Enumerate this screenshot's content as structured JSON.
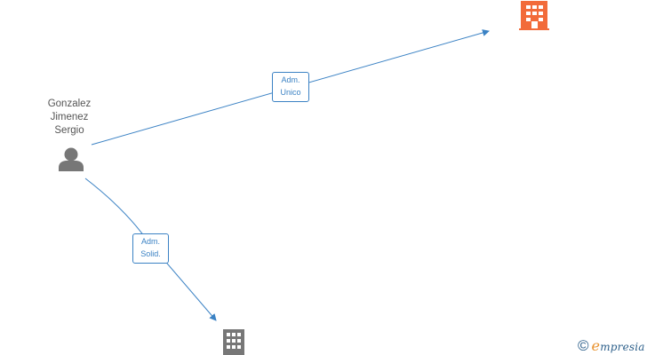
{
  "person": {
    "name_lines": [
      "Gonzalez",
      "Jimenez",
      "Sergio"
    ]
  },
  "edges": [
    {
      "label_lines": [
        "Adm.",
        "Unico"
      ]
    },
    {
      "label_lines": [
        "Adm.",
        "Solid."
      ]
    }
  ],
  "footer": {
    "copyright_symbol": "©",
    "brand_initial": "e",
    "brand_rest": "mpresia"
  },
  "colors": {
    "edge": "#3b82c4",
    "person_icon": "#777777",
    "company_highlight": "#f26b3a",
    "company_default": "#777777",
    "brand_blue": "#2c5f8a",
    "brand_orange": "#e8912c"
  },
  "icons": {
    "person": "person-icon",
    "company_top": "building-icon",
    "company_bottom": "building-icon"
  }
}
